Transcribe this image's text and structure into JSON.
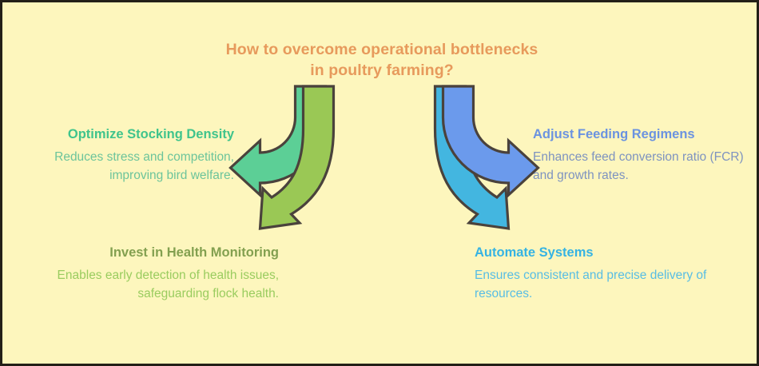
{
  "infographic": {
    "background_color": "#fdf6bd",
    "border_color": "#231f18",
    "title": "How to overcome operational bottlenecks in poultry farming?",
    "title_color": "#e79a5c",
    "stroke_color": "#4a423c"
  },
  "branches": [
    {
      "id": "stocking-density",
      "heading": "Optimize Stocking Density",
      "body": "Reduces stress and competition, improving bird welfare.",
      "arrow_direction": "left",
      "color": "#5ccf96",
      "heading_color": "#3fc48c",
      "body_color": "#6cc49b"
    },
    {
      "id": "health-monitoring",
      "heading": "Invest in Health Monitoring",
      "body": "Enables early detection of health issues, safeguarding flock health.",
      "arrow_direction": "down-left",
      "color": "#9ac855",
      "heading_color": "#83a050",
      "body_color": "#9acc5f"
    },
    {
      "id": "automate-systems",
      "heading": "Automate Systems",
      "body": "Ensures consistent and precise delivery of resources.",
      "arrow_direction": "down-right",
      "color": "#43b6e0",
      "heading_color": "#35b3e3",
      "body_color": "#58bde4"
    },
    {
      "id": "feeding-regimens",
      "heading": "Adjust Feeding Regimens",
      "body": "Enhances feed conversion ratio (FCR) and growth rates.",
      "arrow_direction": "right",
      "color": "#6b9aec",
      "heading_color": "#6b93e0",
      "body_color": "#7e93c0"
    }
  ]
}
